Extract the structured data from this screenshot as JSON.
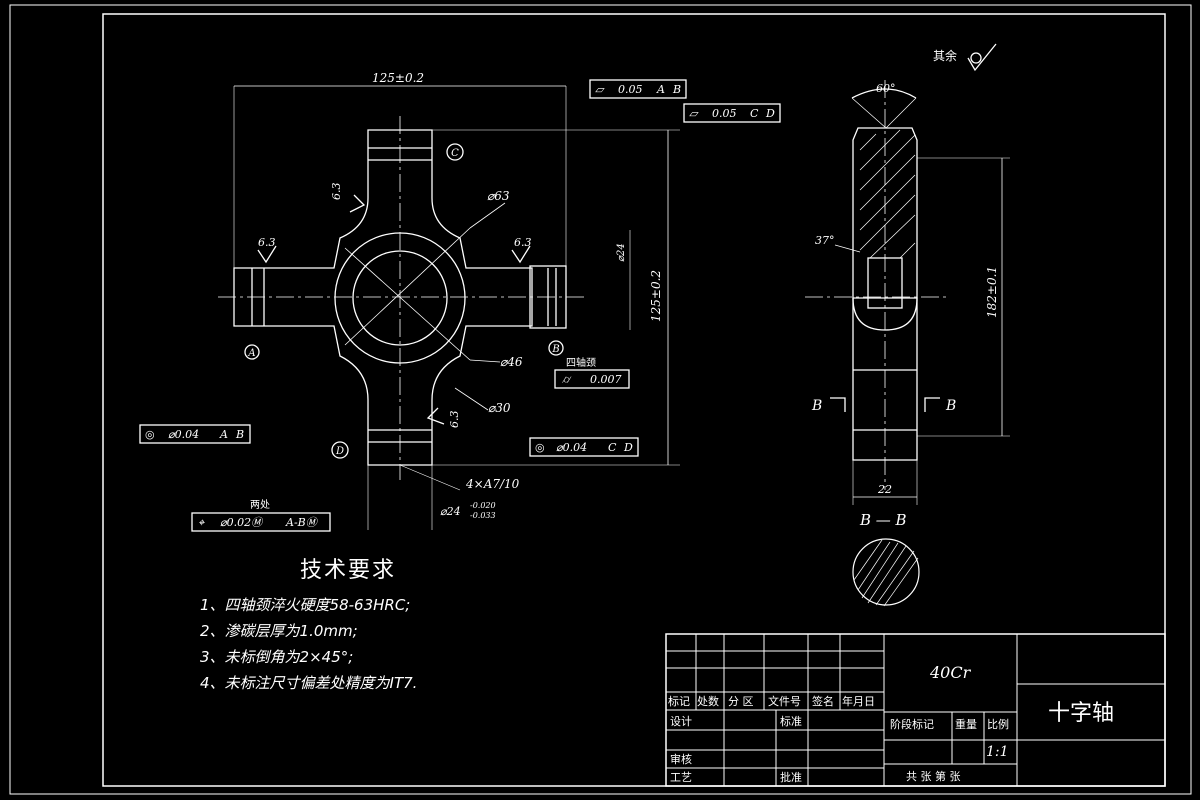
{
  "technical_requirements": {
    "title": "技术要求",
    "items": [
      "1、四轴颈淬火硬度58-63HRC;",
      "2、渗碳层厚为1.0mm;",
      "3、未标倒角为2×45°;",
      "4、未标注尺寸偏差处精度为IT7."
    ]
  },
  "dimensions": {
    "overall_width": "125±0.2",
    "overall_height": "125±0.2",
    "side_height": "182±0.1",
    "diam_63": "⌀63",
    "diam_46": "⌀46",
    "diam_30": "⌀30",
    "shaft_diam_v": "⌀24",
    "shaft_tol_upper": "-0.020",
    "shaft_tol_lower": "-0.033",
    "side_width": "22",
    "chamfer_angle": "60°",
    "cone_angle": "37°",
    "holes": "4×A7/10"
  },
  "roughness": {
    "value": "6.3",
    "remaining_label": "其余"
  },
  "tolerance_frames": {
    "top_flat": [
      "⏥",
      "0.05",
      "A",
      "B"
    ],
    "second_flat": [
      "⏥",
      "0.05",
      "C",
      "D"
    ],
    "left_conc": [
      "◎",
      "⌀0.04",
      "A",
      "B"
    ],
    "right_conc": [
      "◎",
      "⌀0.04",
      "C",
      "D"
    ],
    "cyl": [
      "⌭",
      "0.007"
    ],
    "cyl_label": "四轴颈",
    "pos": [
      "⌖",
      "⌀0.02Ⓜ",
      "A-BⓂ"
    ],
    "pos_label": "两处"
  },
  "datums": [
    "A",
    "B",
    "C",
    "D"
  ],
  "section": {
    "label": "B — B",
    "marker": "B"
  },
  "title_block": {
    "material": "40Cr",
    "part_name": "十字轴",
    "scale": "1:1",
    "rev_headers": [
      "标记",
      "处数",
      "分 区",
      "文件号",
      "签名",
      "年月日"
    ],
    "design": "设计",
    "standard": "标准",
    "review": "审核",
    "process": "工艺",
    "approve": "批准",
    "stage_mark": "阶段标记",
    "weight": "重量",
    "ratio": "比例",
    "sheets": "共   张   第   张"
  }
}
